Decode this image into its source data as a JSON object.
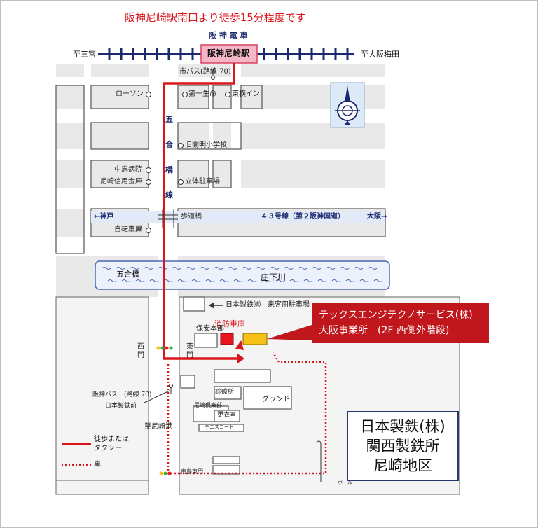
{
  "headline": "阪神尼崎駅南口より徒歩15分程度です",
  "railway": {
    "line_name": "阪 神 電 車",
    "station": "阪神尼崎駅",
    "left_direction": "至三宮",
    "right_direction": "至大阪梅田"
  },
  "labels": {
    "bus_stop_top": "市バス(路線 70)",
    "lawson": "ローソン",
    "daiichi_seimei": "第一生命",
    "toyoko_inn": "東横イン",
    "gogobashi_line": [
      "五",
      "合",
      "橋",
      "線"
    ],
    "old_school": "旧開明小学校",
    "nakajima_hospital": "中馬病院",
    "shinkin_bank": "尼崎信用金庫",
    "parking": "立体駐車場",
    "route43_west": "←神戸",
    "route43_name": "４３号線（第２阪神国道）",
    "route43_east": "大阪→",
    "hodobashi": "歩道橋",
    "bike_shop": "自転車屋",
    "gogobashi_bridge": "五合橋",
    "river": "庄下川",
    "visitor_parking": "日本製鉄㈱　来客用駐車場",
    "fire_station": "消防車庫",
    "guard_house": "保安本部",
    "west_gate": "西門",
    "east_gate": "東門",
    "bus_stop_bottom": "阪神バス　(路線 70)",
    "bus_stop_name": "日本製鉄前",
    "to_amagasaki_port": "至尼崎港",
    "clinic": "診療所",
    "ground": "グランド",
    "club": "尼崎倶楽部",
    "locker_room": "更衣室",
    "tennis_court": "テニスコート",
    "south_east_gate": "南島東門",
    "pole": "ポール"
  },
  "callout": {
    "line1": "テックスエンジテクノサービス(株)",
    "line2": "大阪事業所　(2F 西側外階段)"
  },
  "legend": {
    "walk_label_1": "徒歩または",
    "walk_label_2": "タクシー",
    "car_label": "車"
  },
  "site_name": [
    "日本製鉄(株)",
    "関西製鉄所",
    "尼崎地区"
  ],
  "colors": {
    "route_red": "#d9161c",
    "callout_red": "#c0171d",
    "station_pink": "#f5b7c8",
    "rail_navy": "#1a2a6e",
    "river_fill": "#ecf1fb",
    "block_fill": "#ececec",
    "road_fill": "#ffffff",
    "site_fill": "#f4f4f4",
    "fire_red": "#e8141b",
    "office_yellow": "#f6c21a"
  },
  "icons": [
    "compass-icon",
    "traffic-signal-icon"
  ]
}
